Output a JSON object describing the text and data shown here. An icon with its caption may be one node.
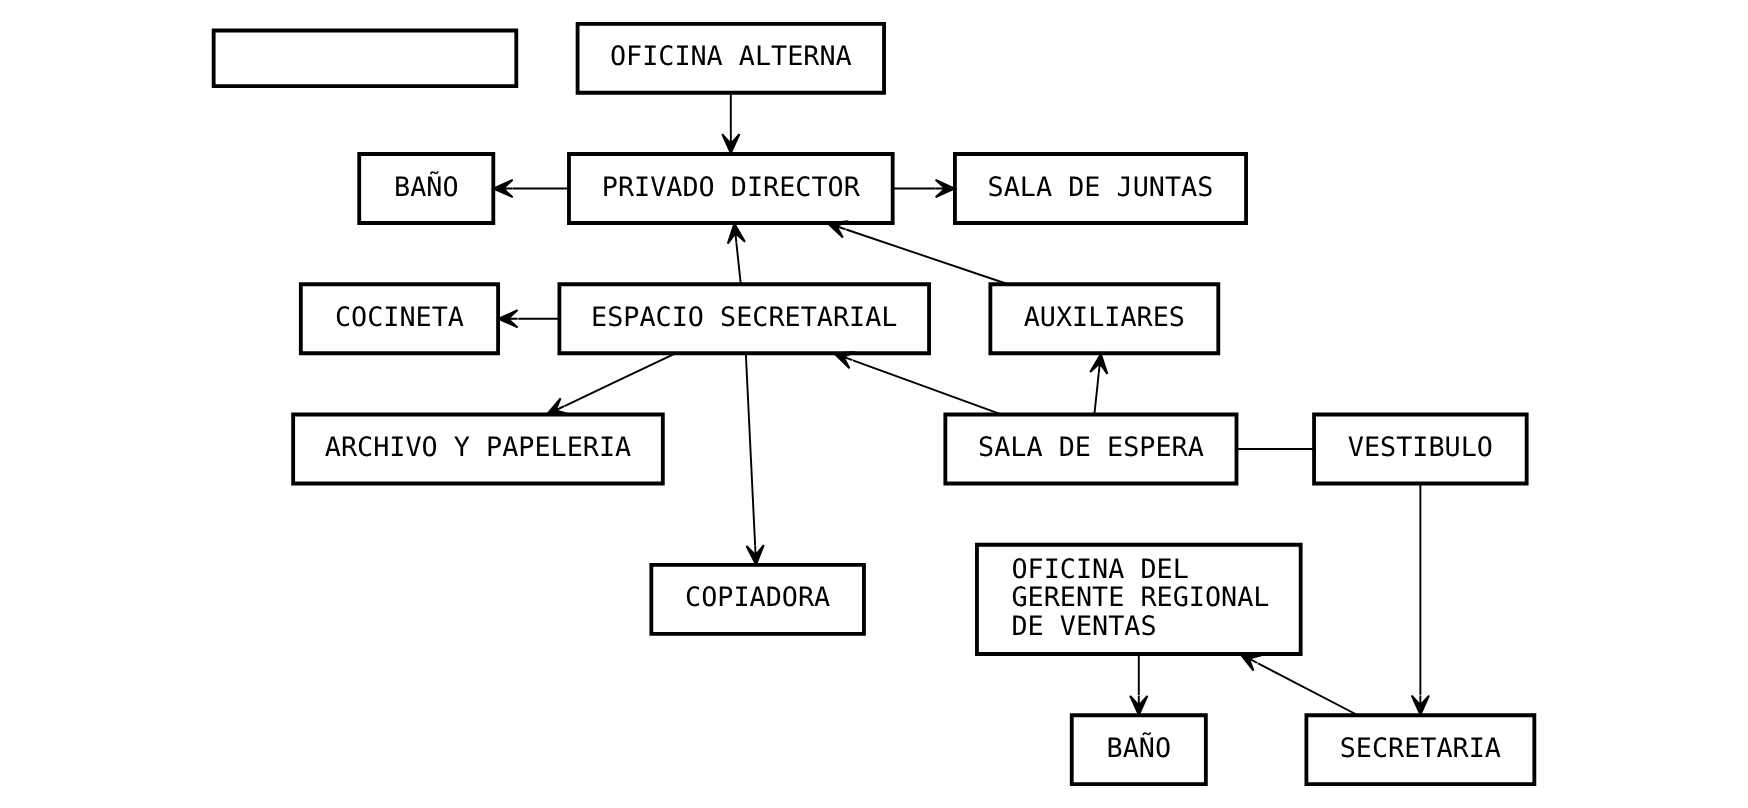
{
  "diagram": {
    "nodes": [
      {
        "text": [],
        "shape": "box"
      },
      {
        "text": [
          "OFICINA ALTERNA"
        ]
      },
      {
        "text": [
          "BAÑO"
        ]
      },
      {
        "text": [
          "PRIVADO DIRECTOR"
        ]
      },
      {
        "text": [
          "SALA DE JUNTAS"
        ]
      },
      {
        "text": [
          "COCINETA"
        ]
      },
      {
        "text": [
          "ESPACIO SECRETARIAL"
        ]
      },
      {
        "text": [
          "AUXILIARES"
        ]
      },
      {
        "text": [
          "ARCHIVO Y PAPELERIA"
        ]
      },
      {
        "text": [
          "SALA DE ESPERA"
        ]
      },
      {
        "text": [
          "VESTIBULO"
        ]
      },
      {
        "text": [
          "COPIADORA"
        ]
      },
      {
        "text": [
          "OFICINA DEL GERENTE REGIONAL DE VENTAS"
        ]
      },
      {
        "text": [
          "SECRETARIA"
        ]
      },
      {
        "text": [
          "BAÑO"
        ]
      }
    ],
    "edges": [
      {
        "from": 1,
        "to": 3,
        "arrow": "to"
      },
      {
        "from": 3,
        "to": 2,
        "arrow": "to"
      },
      {
        "from": 3,
        "to": 4,
        "arrow": "to"
      },
      {
        "from": 6,
        "to": 3,
        "arrow": "to"
      },
      {
        "from": 7,
        "to": 3,
        "arrow": "to"
      },
      {
        "from": 6,
        "to": 5,
        "arrow": "to"
      },
      {
        "from": 6,
        "to": 8,
        "arrow": "to"
      },
      {
        "from": 6,
        "to": 11,
        "arrow": "to"
      },
      {
        "from": 9,
        "to": 6,
        "arrow": "to"
      },
      {
        "from": 9,
        "to": 7,
        "arrow": "to"
      },
      {
        "from": 9,
        "to": 10,
        "arrow": "none"
      },
      {
        "from": 10,
        "to": 13,
        "arrow": "to"
      },
      {
        "from": 13,
        "to": 12,
        "arrow": "to"
      },
      {
        "from": 12,
        "to": 14,
        "arrow": "to"
      }
    ]
  }
}
